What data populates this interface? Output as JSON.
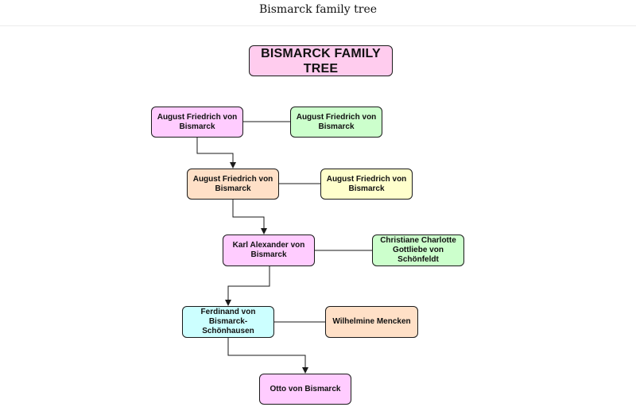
{
  "header": {
    "title": "Bismarck family tree"
  },
  "diagram": {
    "title": "BISMARCK FAMILY TREE",
    "colors": {
      "title_fill": "#ffccee",
      "pink": "#ffccff",
      "green": "#ccffcc",
      "peach": "#ffe0c7",
      "yellow": "#ffffcc",
      "cyan": "#ccffff",
      "line": "#1a1a1a"
    },
    "generations": [
      {
        "person": "August Friedrich von Bismarck",
        "spouse": "August Friedrich von Bismarck"
      },
      {
        "person": "August Friedrich von Bismarck",
        "spouse": "August Friedrich von Bismarck"
      },
      {
        "person": "Karl Alexander von Bismarck",
        "spouse": "Christiane Charlotte Gottliebe von Schönfeldt"
      },
      {
        "person": "Ferdinand von Bismarck-Schönhausen",
        "spouse": "Wilhelmine Mencken"
      }
    ],
    "descendant": "Otto von Bismarck"
  }
}
